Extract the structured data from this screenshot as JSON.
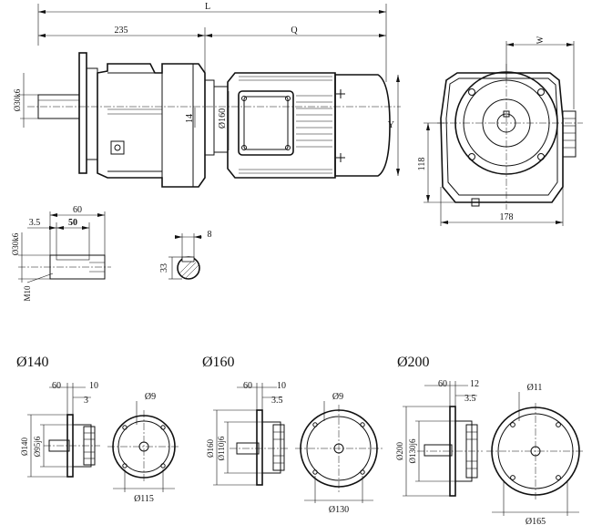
{
  "labels": {
    "L": "L",
    "d235": "235",
    "Q": "Q",
    "shaft_dia": "Ø30k6",
    "d14": "14",
    "d160": "Ø160",
    "Y": "Y",
    "W": "W",
    "d118": "118",
    "d178": "178",
    "d60": "60",
    "d35": "3.5",
    "d50": "50",
    "shaft_dia2": "Ø30k6",
    "m10": "M10",
    "d8": "8",
    "d33": "33"
  },
  "flanges": [
    {
      "title": "Ø140",
      "d60": "60",
      "d10": "10",
      "d3": "3",
      "outer": "Ø140",
      "spigot": "Ø95j6",
      "hole": "Ø9",
      "pcd": "Ø115"
    },
    {
      "title": "Ø160",
      "d60": "60",
      "d10": "10",
      "d3": "3.5",
      "outer": "Ø160",
      "spigot": "Ø110j6",
      "hole": "Ø9",
      "pcd": "Ø130"
    },
    {
      "title": "Ø200",
      "d60": "60",
      "d10": "12",
      "d3": "3.5",
      "outer": "Ø200",
      "spigot": "Ø130j6",
      "hole": "Ø11",
      "pcd": "Ø165"
    }
  ]
}
